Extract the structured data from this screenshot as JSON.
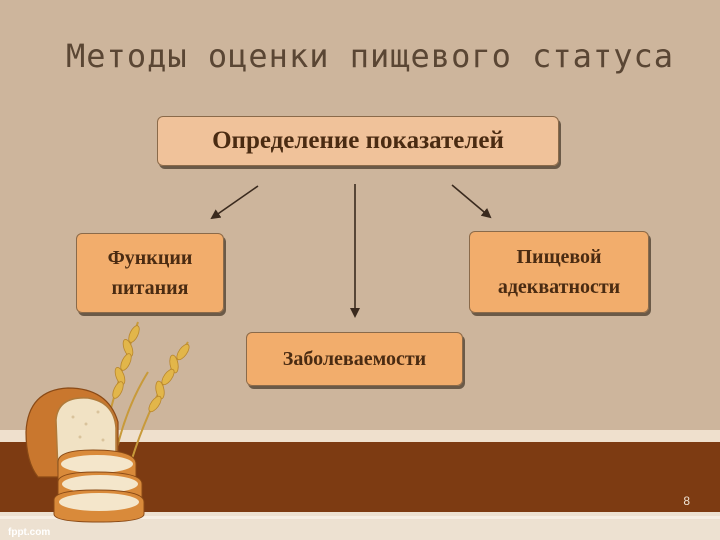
{
  "title": "Методы оценки пищевого статуса",
  "diagram": {
    "main_node": "Определение показателей",
    "left_node_line1": "Функции",
    "left_node_line2": "питания",
    "right_node_line1": "Пищевой",
    "right_node_line2": "адекватности",
    "center_node": "Заболеваемости"
  },
  "footer": {
    "page_number": "8",
    "brand": "fppt.com"
  },
  "colors": {
    "background": "#cdb59c",
    "box_fill": "#f2ad6c",
    "box_text": "#4a2b12",
    "title_text": "#5a4634",
    "band": "#7d3b12"
  }
}
